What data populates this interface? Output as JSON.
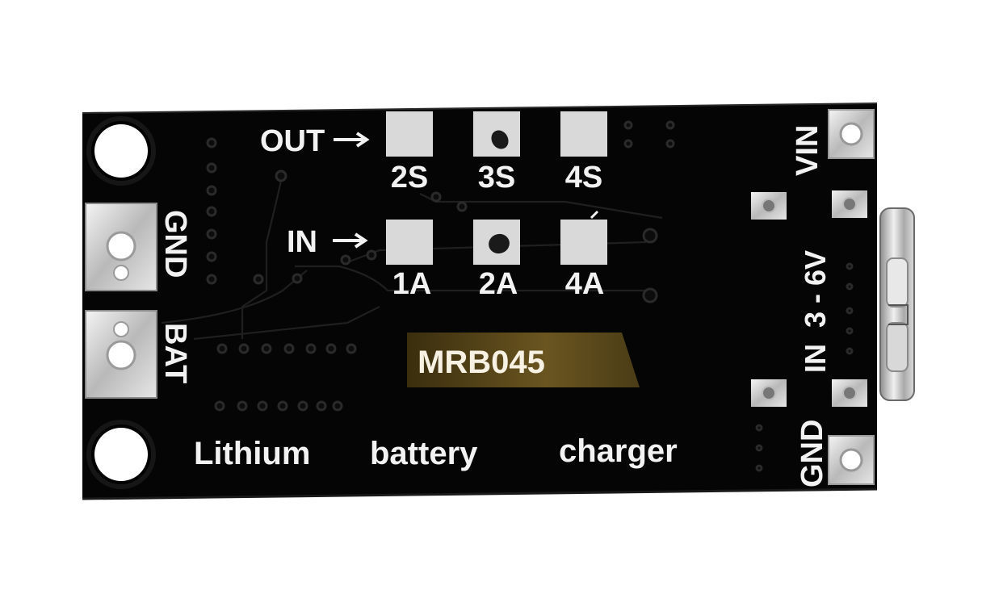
{
  "board": {
    "model": "MRB045",
    "description_words": [
      "Lithium",
      "battery",
      "charger"
    ],
    "out_label": "OUT",
    "in_label": "IN",
    "out_options": [
      "2S",
      "3S",
      "4S"
    ],
    "in_options": [
      "1A",
      "2A",
      "4A"
    ],
    "terminal_labels": [
      "GND",
      "BAT"
    ],
    "right_labels": {
      "vin": "VIN",
      "input": "IN  3 - 6V",
      "gnd": "GND"
    },
    "soldered_out_option": "3S",
    "soldered_in_option": "2A"
  },
  "colors": {
    "pcb": "#050505",
    "silkscreen": "#f2f2f2",
    "label_plate": "#5a4a1a",
    "tin": "#c8c8c8"
  }
}
